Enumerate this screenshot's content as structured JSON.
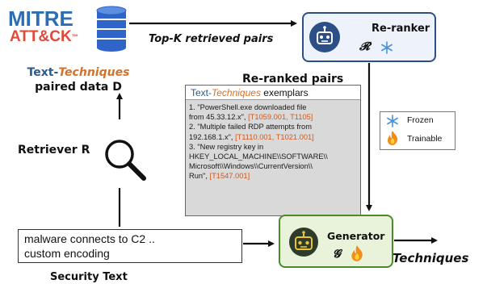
{
  "logo": {
    "line1": "MITRE",
    "line2": "ATT&CK",
    "tm": "™"
  },
  "paired_data": {
    "text_word": "Text",
    "dash": "-",
    "tech_word": "Techniques",
    "line2": "paired data D"
  },
  "top_k": {
    "prefix": "Top-",
    "k": "K",
    "suffix": " retrieved pairs"
  },
  "reranker": {
    "label": "Re-ranker",
    "symbol": "𝓡"
  },
  "reranked_title": "Re-ranked pairs",
  "exemplars": {
    "head_text": "Text",
    "head_dash": "-",
    "head_tech": "Techniques",
    "head_rest": " exemplars",
    "lines": [
      {
        "text": "1. \"PowerShell.exe downloaded file",
        "tag": ""
      },
      {
        "text": "from 45.33.12.x\", ",
        "tag": "[T1059.001, T1105]"
      },
      {
        "text": "2. \"Multiple failed RDP attempts from",
        "tag": ""
      },
      {
        "text": "192.168.1.x\", ",
        "tag": "[T1110.001, T1021.001]"
      },
      {
        "text": "3. \"New registry key in",
        "tag": ""
      },
      {
        "text": "HKEY_LOCAL_MACHINE\\\\SOFTWARE\\\\",
        "tag": ""
      },
      {
        "text": "Microsoft\\\\Windows\\\\CurrentVersion\\\\",
        "tag": ""
      },
      {
        "text": "Run\", ",
        "tag": "[T1547.001]"
      }
    ]
  },
  "legend": {
    "frozen": "Frozen",
    "trainable": "Trainable"
  },
  "retriever": {
    "label": "Retriever R"
  },
  "input": {
    "line1": "malware connects to C2 ..",
    "line2": "custom encoding"
  },
  "security_label": "Security Text",
  "generator": {
    "label": "Generator",
    "symbol": "𝓖"
  },
  "output_label": "Techniques",
  "colors": {
    "text_blue": "#2a5a8c",
    "tech_orange": "#d4722a",
    "reranker_fill": "#edf2fb",
    "reranker_border": "#2b4f86",
    "generator_fill": "#e8f3d9",
    "generator_border": "#4c8a2b",
    "db_blue": "#2f64c8"
  }
}
